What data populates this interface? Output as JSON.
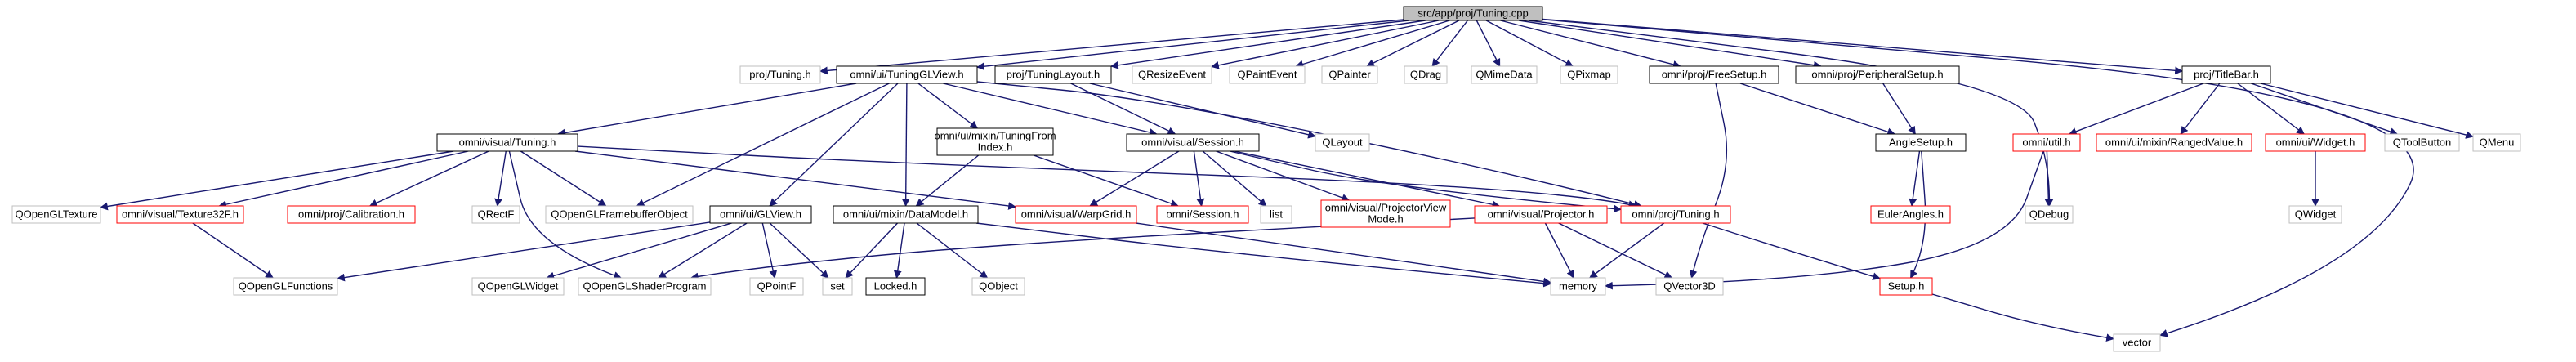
{
  "diagram": {
    "root": "n0",
    "colors": {
      "edge": "#191970",
      "edge_external": "#a9a9a9",
      "border_main": "#000000",
      "border_incomplete": "#ff0000",
      "border_external": "#bfbfbf",
      "fill_root": "#bfbfbf",
      "fill": "#ffffff"
    },
    "nodes": [
      {
        "id": "n0",
        "lines": [
          "src/app/proj/Tuning.cpp"
        ],
        "kind": "root"
      },
      {
        "id": "n1",
        "lines": [
          "proj/Tuning.h"
        ],
        "kind": "external"
      },
      {
        "id": "n2",
        "lines": [
          "omni/ui/TuningGLView.h"
        ],
        "kind": "main"
      },
      {
        "id": "n3",
        "lines": [
          "proj/TuningLayout.h"
        ],
        "kind": "main"
      },
      {
        "id": "n4",
        "lines": [
          "QResizeEvent"
        ],
        "kind": "external"
      },
      {
        "id": "n5",
        "lines": [
          "QPaintEvent"
        ],
        "kind": "external"
      },
      {
        "id": "n6",
        "lines": [
          "QPainter"
        ],
        "kind": "external"
      },
      {
        "id": "n7",
        "lines": [
          "QDrag"
        ],
        "kind": "external"
      },
      {
        "id": "n8",
        "lines": [
          "QMimeData"
        ],
        "kind": "external"
      },
      {
        "id": "n9",
        "lines": [
          "QPixmap"
        ],
        "kind": "external"
      },
      {
        "id": "n10",
        "lines": [
          "omni/proj/FreeSetup.h"
        ],
        "kind": "main"
      },
      {
        "id": "n11",
        "lines": [
          "omni/proj/PeripheralSetup.h"
        ],
        "kind": "main"
      },
      {
        "id": "n12",
        "lines": [
          "proj/TitleBar.h"
        ],
        "kind": "main"
      },
      {
        "id": "n13",
        "lines": [
          "omni/visual/Tuning.h"
        ],
        "kind": "main"
      },
      {
        "id": "n14",
        "lines": [
          "omni/ui/mixin/TuningFrom",
          "Index.h"
        ],
        "kind": "main"
      },
      {
        "id": "n15",
        "lines": [
          "omni/visual/Session.h"
        ],
        "kind": "main"
      },
      {
        "id": "n16",
        "lines": [
          "QLayout"
        ],
        "kind": "external"
      },
      {
        "id": "n17",
        "lines": [
          "AngleSetup.h"
        ],
        "kind": "main"
      },
      {
        "id": "n18",
        "lines": [
          "omni/util.h"
        ],
        "kind": "incomplete"
      },
      {
        "id": "n19",
        "lines": [
          "omni/ui/mixin/RangedValue.h"
        ],
        "kind": "incomplete"
      },
      {
        "id": "n20",
        "lines": [
          "omni/ui/Widget.h"
        ],
        "kind": "incomplete"
      },
      {
        "id": "n21",
        "lines": [
          "QToolButton"
        ],
        "kind": "external"
      },
      {
        "id": "n22",
        "lines": [
          "QMenu"
        ],
        "kind": "external"
      },
      {
        "id": "n23",
        "lines": [
          "QOpenGLTexture"
        ],
        "kind": "external"
      },
      {
        "id": "n24",
        "lines": [
          "omni/visual/Texture32F.h"
        ],
        "kind": "incomplete"
      },
      {
        "id": "n25",
        "lines": [
          "omni/proj/Calibration.h"
        ],
        "kind": "incomplete"
      },
      {
        "id": "n26",
        "lines": [
          "QRectF"
        ],
        "kind": "external"
      },
      {
        "id": "n27",
        "lines": [
          "QOpenGLFramebufferObject"
        ],
        "kind": "external"
      },
      {
        "id": "n28",
        "lines": [
          "omni/ui/GLView.h"
        ],
        "kind": "main"
      },
      {
        "id": "n29",
        "lines": [
          "omni/ui/mixin/DataModel.h"
        ],
        "kind": "main"
      },
      {
        "id": "n30",
        "lines": [
          "omni/visual/WarpGrid.h"
        ],
        "kind": "incomplete"
      },
      {
        "id": "n31",
        "lines": [
          "omni/Session.h"
        ],
        "kind": "incomplete"
      },
      {
        "id": "n32",
        "lines": [
          "list"
        ],
        "kind": "external"
      },
      {
        "id": "n33",
        "lines": [
          "omni/visual/ProjectorView",
          "Mode.h"
        ],
        "kind": "incomplete"
      },
      {
        "id": "n34",
        "lines": [
          "omni/visual/Projector.h"
        ],
        "kind": "incomplete"
      },
      {
        "id": "n35",
        "lines": [
          "omni/proj/Tuning.h"
        ],
        "kind": "incomplete"
      },
      {
        "id": "n36",
        "lines": [
          "EulerAngles.h"
        ],
        "kind": "incomplete"
      },
      {
        "id": "n37",
        "lines": [
          "QDebug"
        ],
        "kind": "external"
      },
      {
        "id": "n38",
        "lines": [
          "QWidget"
        ],
        "kind": "external"
      },
      {
        "id": "n39",
        "lines": [
          "QOpenGLFunctions"
        ],
        "kind": "external"
      },
      {
        "id": "n40",
        "lines": [
          "QOpenGLWidget"
        ],
        "kind": "external"
      },
      {
        "id": "n41",
        "lines": [
          "QOpenGLShaderProgram"
        ],
        "kind": "external"
      },
      {
        "id": "n42",
        "lines": [
          "QPointF"
        ],
        "kind": "external"
      },
      {
        "id": "n43",
        "lines": [
          "set"
        ],
        "kind": "external"
      },
      {
        "id": "n44",
        "lines": [
          "Locked.h"
        ],
        "kind": "main"
      },
      {
        "id": "n45",
        "lines": [
          "QObject"
        ],
        "kind": "external"
      },
      {
        "id": "n46",
        "lines": [
          "memory"
        ],
        "kind": "external"
      },
      {
        "id": "n47",
        "lines": [
          "QVector3D"
        ],
        "kind": "external"
      },
      {
        "id": "n48",
        "lines": [
          "Setup.h"
        ],
        "kind": "incomplete"
      },
      {
        "id": "n49",
        "lines": [
          "vector"
        ],
        "kind": "external"
      }
    ],
    "edges": [
      [
        "n0",
        "n1"
      ],
      [
        "n0",
        "n2"
      ],
      [
        "n0",
        "n3"
      ],
      [
        "n0",
        "n4"
      ],
      [
        "n0",
        "n5"
      ],
      [
        "n0",
        "n6"
      ],
      [
        "n0",
        "n7"
      ],
      [
        "n0",
        "n8"
      ],
      [
        "n0",
        "n9"
      ],
      [
        "n0",
        "n10"
      ],
      [
        "n0",
        "n11"
      ],
      [
        "n0",
        "n12"
      ],
      [
        "n0",
        "n37"
      ],
      [
        "n0",
        "n49"
      ],
      [
        "n2",
        "n13"
      ],
      [
        "n2",
        "n14"
      ],
      [
        "n2",
        "n15"
      ],
      [
        "n2",
        "n27"
      ],
      [
        "n2",
        "n28"
      ],
      [
        "n2",
        "n29"
      ],
      [
        "n2",
        "n35"
      ],
      [
        "n3",
        "n15"
      ],
      [
        "n3",
        "n16"
      ],
      [
        "n10",
        "n17"
      ],
      [
        "n10",
        "n47"
      ],
      [
        "n11",
        "n17"
      ],
      [
        "n12",
        "n18"
      ],
      [
        "n12",
        "n19"
      ],
      [
        "n12",
        "n20"
      ],
      [
        "n12",
        "n21"
      ],
      [
        "n12",
        "n22"
      ],
      [
        "n13",
        "n23"
      ],
      [
        "n13",
        "n24"
      ],
      [
        "n13",
        "n25"
      ],
      [
        "n13",
        "n26"
      ],
      [
        "n13",
        "n27"
      ],
      [
        "n13",
        "n30"
      ],
      [
        "n13",
        "n35"
      ],
      [
        "n13",
        "n41"
      ],
      [
        "n14",
        "n29"
      ],
      [
        "n14",
        "n31"
      ],
      [
        "n15",
        "n30"
      ],
      [
        "n15",
        "n31"
      ],
      [
        "n15",
        "n32"
      ],
      [
        "n15",
        "n33"
      ],
      [
        "n15",
        "n34"
      ],
      [
        "n15",
        "n35"
      ],
      [
        "n17",
        "n36"
      ],
      [
        "n17",
        "n48"
      ],
      [
        "n18",
        "n37"
      ],
      [
        "n18",
        "n46"
      ],
      [
        "n20",
        "n38"
      ],
      [
        "n24",
        "n39"
      ],
      [
        "n28",
        "n39"
      ],
      [
        "n28",
        "n40"
      ],
      [
        "n28",
        "n41"
      ],
      [
        "n28",
        "n42"
      ],
      [
        "n28",
        "n43"
      ],
      [
        "n29",
        "n43"
      ],
      [
        "n29",
        "n44"
      ],
      [
        "n29",
        "n45"
      ],
      [
        "n29",
        "n46"
      ],
      [
        "n30",
        "n46"
      ],
      [
        "n34",
        "n41"
      ],
      [
        "n34",
        "n46"
      ],
      [
        "n34",
        "n47"
      ],
      [
        "n35",
        "n46"
      ],
      [
        "n35",
        "n48"
      ],
      [
        "n48",
        "n49"
      ]
    ]
  }
}
